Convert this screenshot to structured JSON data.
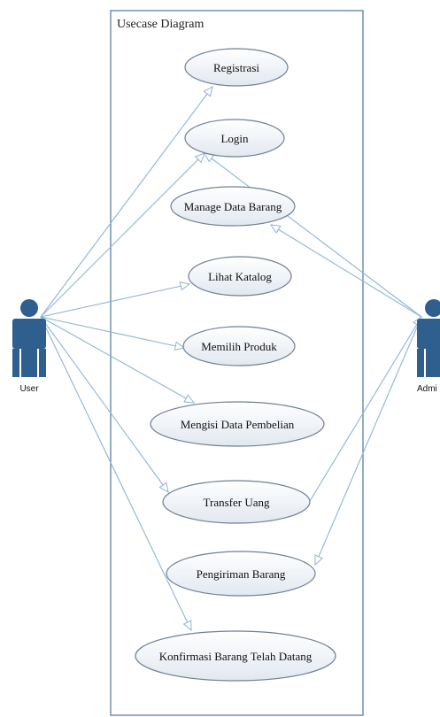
{
  "diagram": {
    "title": "Usecase Diagram",
    "colors": {
      "boundary": "#5b7fa8",
      "line": "#8fb3d9",
      "ellipse_fill_top": "#ffffff",
      "ellipse_fill_bottom": "#e2e8f0",
      "ellipse_stroke": "#6f8095",
      "actor": "#2f5f8f"
    },
    "actors": {
      "user": {
        "label": "User",
        "icon": "actor-stick-figure-icon"
      },
      "admin": {
        "label": "Admi",
        "icon": "actor-stick-figure-icon"
      }
    },
    "use_cases": [
      {
        "id": "registrasi",
        "label": "Registrasi"
      },
      {
        "id": "login",
        "label": "Login"
      },
      {
        "id": "manage",
        "label": "Manage Data Barang"
      },
      {
        "id": "katalog",
        "label": "Lihat Katalog"
      },
      {
        "id": "produk",
        "label": "Memilih Produk"
      },
      {
        "id": "pembelian",
        "label": "Mengisi Data Pembelian"
      },
      {
        "id": "transfer",
        "label": "Transfer Uang"
      },
      {
        "id": "pengiriman",
        "label": "Pengiriman Barang"
      },
      {
        "id": "konfirmasi",
        "label": "Konfirmasi Barang Telah Datang"
      }
    ],
    "associations": [
      {
        "from": "user",
        "to": "registrasi"
      },
      {
        "from": "user",
        "to": "login"
      },
      {
        "from": "user",
        "to": "katalog"
      },
      {
        "from": "user",
        "to": "produk"
      },
      {
        "from": "user",
        "to": "pembelian"
      },
      {
        "from": "user",
        "to": "transfer"
      },
      {
        "from": "user",
        "to": "konfirmasi"
      },
      {
        "from": "admin",
        "to": "login"
      },
      {
        "from": "admin",
        "to": "manage"
      },
      {
        "from": "admin",
        "to": "pengiriman"
      },
      {
        "from": "transfer",
        "to": "admin"
      }
    ]
  }
}
